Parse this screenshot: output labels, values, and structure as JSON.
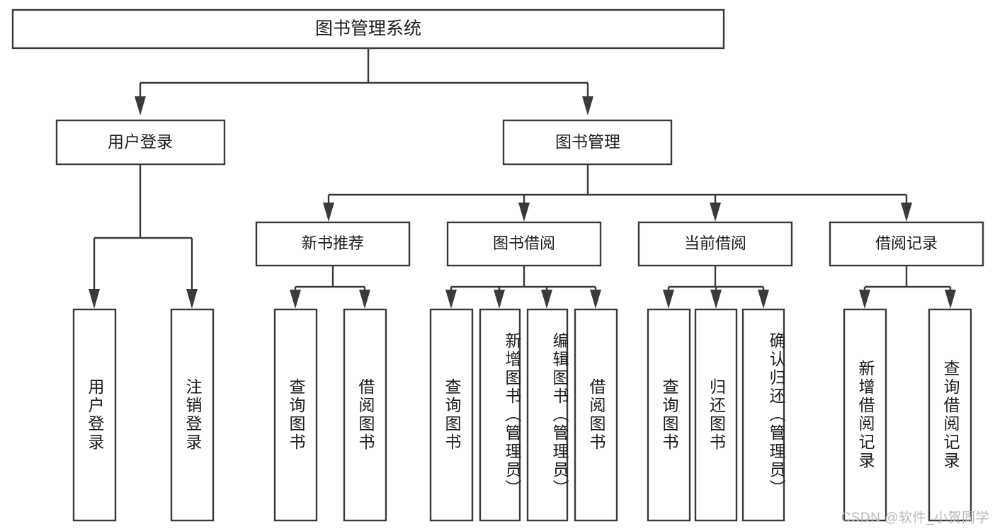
{
  "diagram": {
    "type": "tree-hierarchy",
    "title": "图书管理系统",
    "orientation": "top-down",
    "colors": {
      "box_stroke": "#3a3a3a",
      "box_fill": "#ffffff",
      "connector": "#3a3a3a",
      "text": "#1c1c1c",
      "background": "#ffffff",
      "watermark": "#b9b9b9"
    },
    "root": {
      "label": "图书管理系统"
    },
    "level1": [
      {
        "label": "用户登录"
      },
      {
        "label": "图书管理"
      }
    ],
    "level2": [
      {
        "label": "新书推荐"
      },
      {
        "label": "图书借阅"
      },
      {
        "label": "当前借阅"
      },
      {
        "label": "借阅记录"
      }
    ],
    "leaves": {
      "user_login": [
        {
          "label": "用户登录"
        },
        {
          "label": "注销登录"
        }
      ],
      "new_book_recommend": [
        {
          "label": "查询图书"
        },
        {
          "label": "借阅图书"
        }
      ],
      "book_borrow": [
        {
          "label": "查询图书"
        },
        {
          "label": "新增图书（管理员）"
        },
        {
          "label": "编辑图书（管理员）"
        },
        {
          "label": "借阅图书"
        }
      ],
      "current_borrow": [
        {
          "label": "查询图书"
        },
        {
          "label": "归还图书"
        },
        {
          "label": "确认归还（管理员）"
        }
      ],
      "borrow_record": [
        {
          "label": "新增借阅记录"
        },
        {
          "label": "查询借阅记录"
        }
      ]
    }
  },
  "watermark": {
    "text": "CSDN @软件_小贺同学"
  }
}
